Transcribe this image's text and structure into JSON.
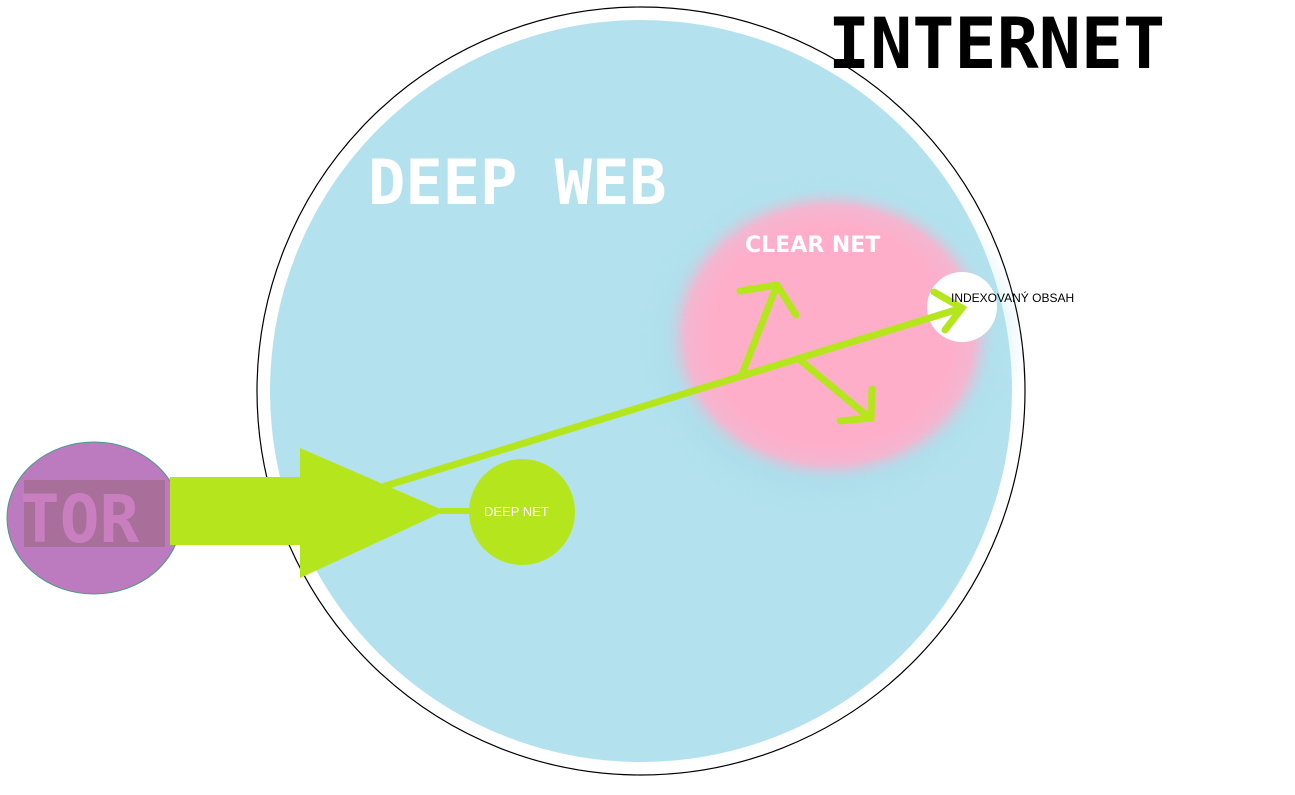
{
  "labels": {
    "internet": "INTERNET",
    "deep_web": "DEEP WEB",
    "clear_net": "CLEAR NET",
    "indexed_content": "INDEXOVANÝ OBSAH",
    "deep_net": "DEEP NET",
    "tor": "TOR"
  },
  "colors": {
    "internet_outline": "#000000",
    "deep_web_fill": "#b3e2ee",
    "clear_net_fill": "#ffaec9",
    "indexed_fill": "#ffffff",
    "deep_net_fill": "#b5e61d",
    "arrow": "#b5e61d",
    "tor_fill": "#bc7abf",
    "tor_text_box": "#a86f9a"
  }
}
